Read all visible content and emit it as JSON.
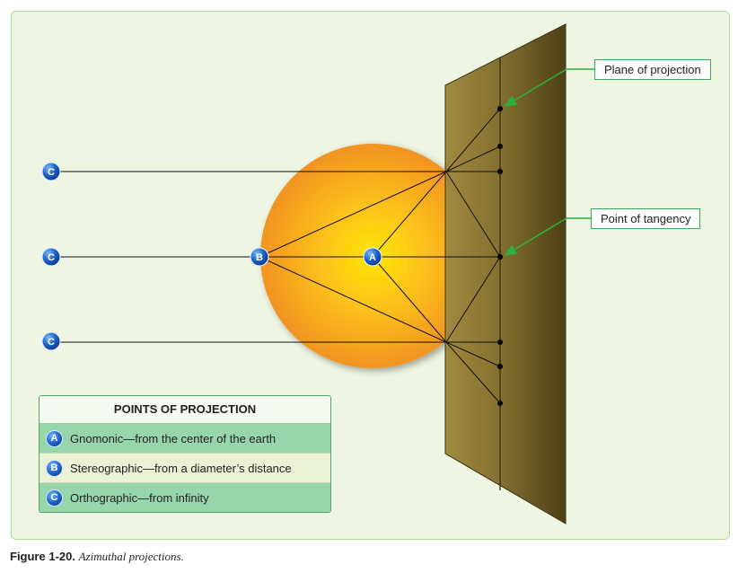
{
  "callouts": {
    "plane": "Plane of projection",
    "tangency": "Point of tangency"
  },
  "points": [
    {
      "id": "C",
      "label": "C"
    },
    {
      "id": "C",
      "label": "C"
    },
    {
      "id": "C",
      "label": "C"
    },
    {
      "id": "B",
      "label": "B"
    },
    {
      "id": "A",
      "label": "A"
    }
  ],
  "legend": {
    "title": "POINTS OF PROJECTION",
    "rows": [
      {
        "badge": "A",
        "text": "Gnomonic—from the center of the earth",
        "color": "#97d5aa"
      },
      {
        "badge": "B",
        "text": "Stereographic—from a diameter’s distance",
        "color": "#eaf1d5"
      },
      {
        "badge": "C",
        "text": "Orthographic—from infinity",
        "color": "#97d5aa"
      }
    ]
  },
  "caption": {
    "figure": "Figure 1-20.",
    "title": "Azimuthal projections."
  },
  "colors": {
    "sphere_center": "#ffe600",
    "sphere_edge": "#f29421",
    "plane_light": "#a08a40",
    "plane_dark": "#4d4016",
    "arrow": "#2eae3c",
    "point_badge": "#1a5fc4"
  }
}
